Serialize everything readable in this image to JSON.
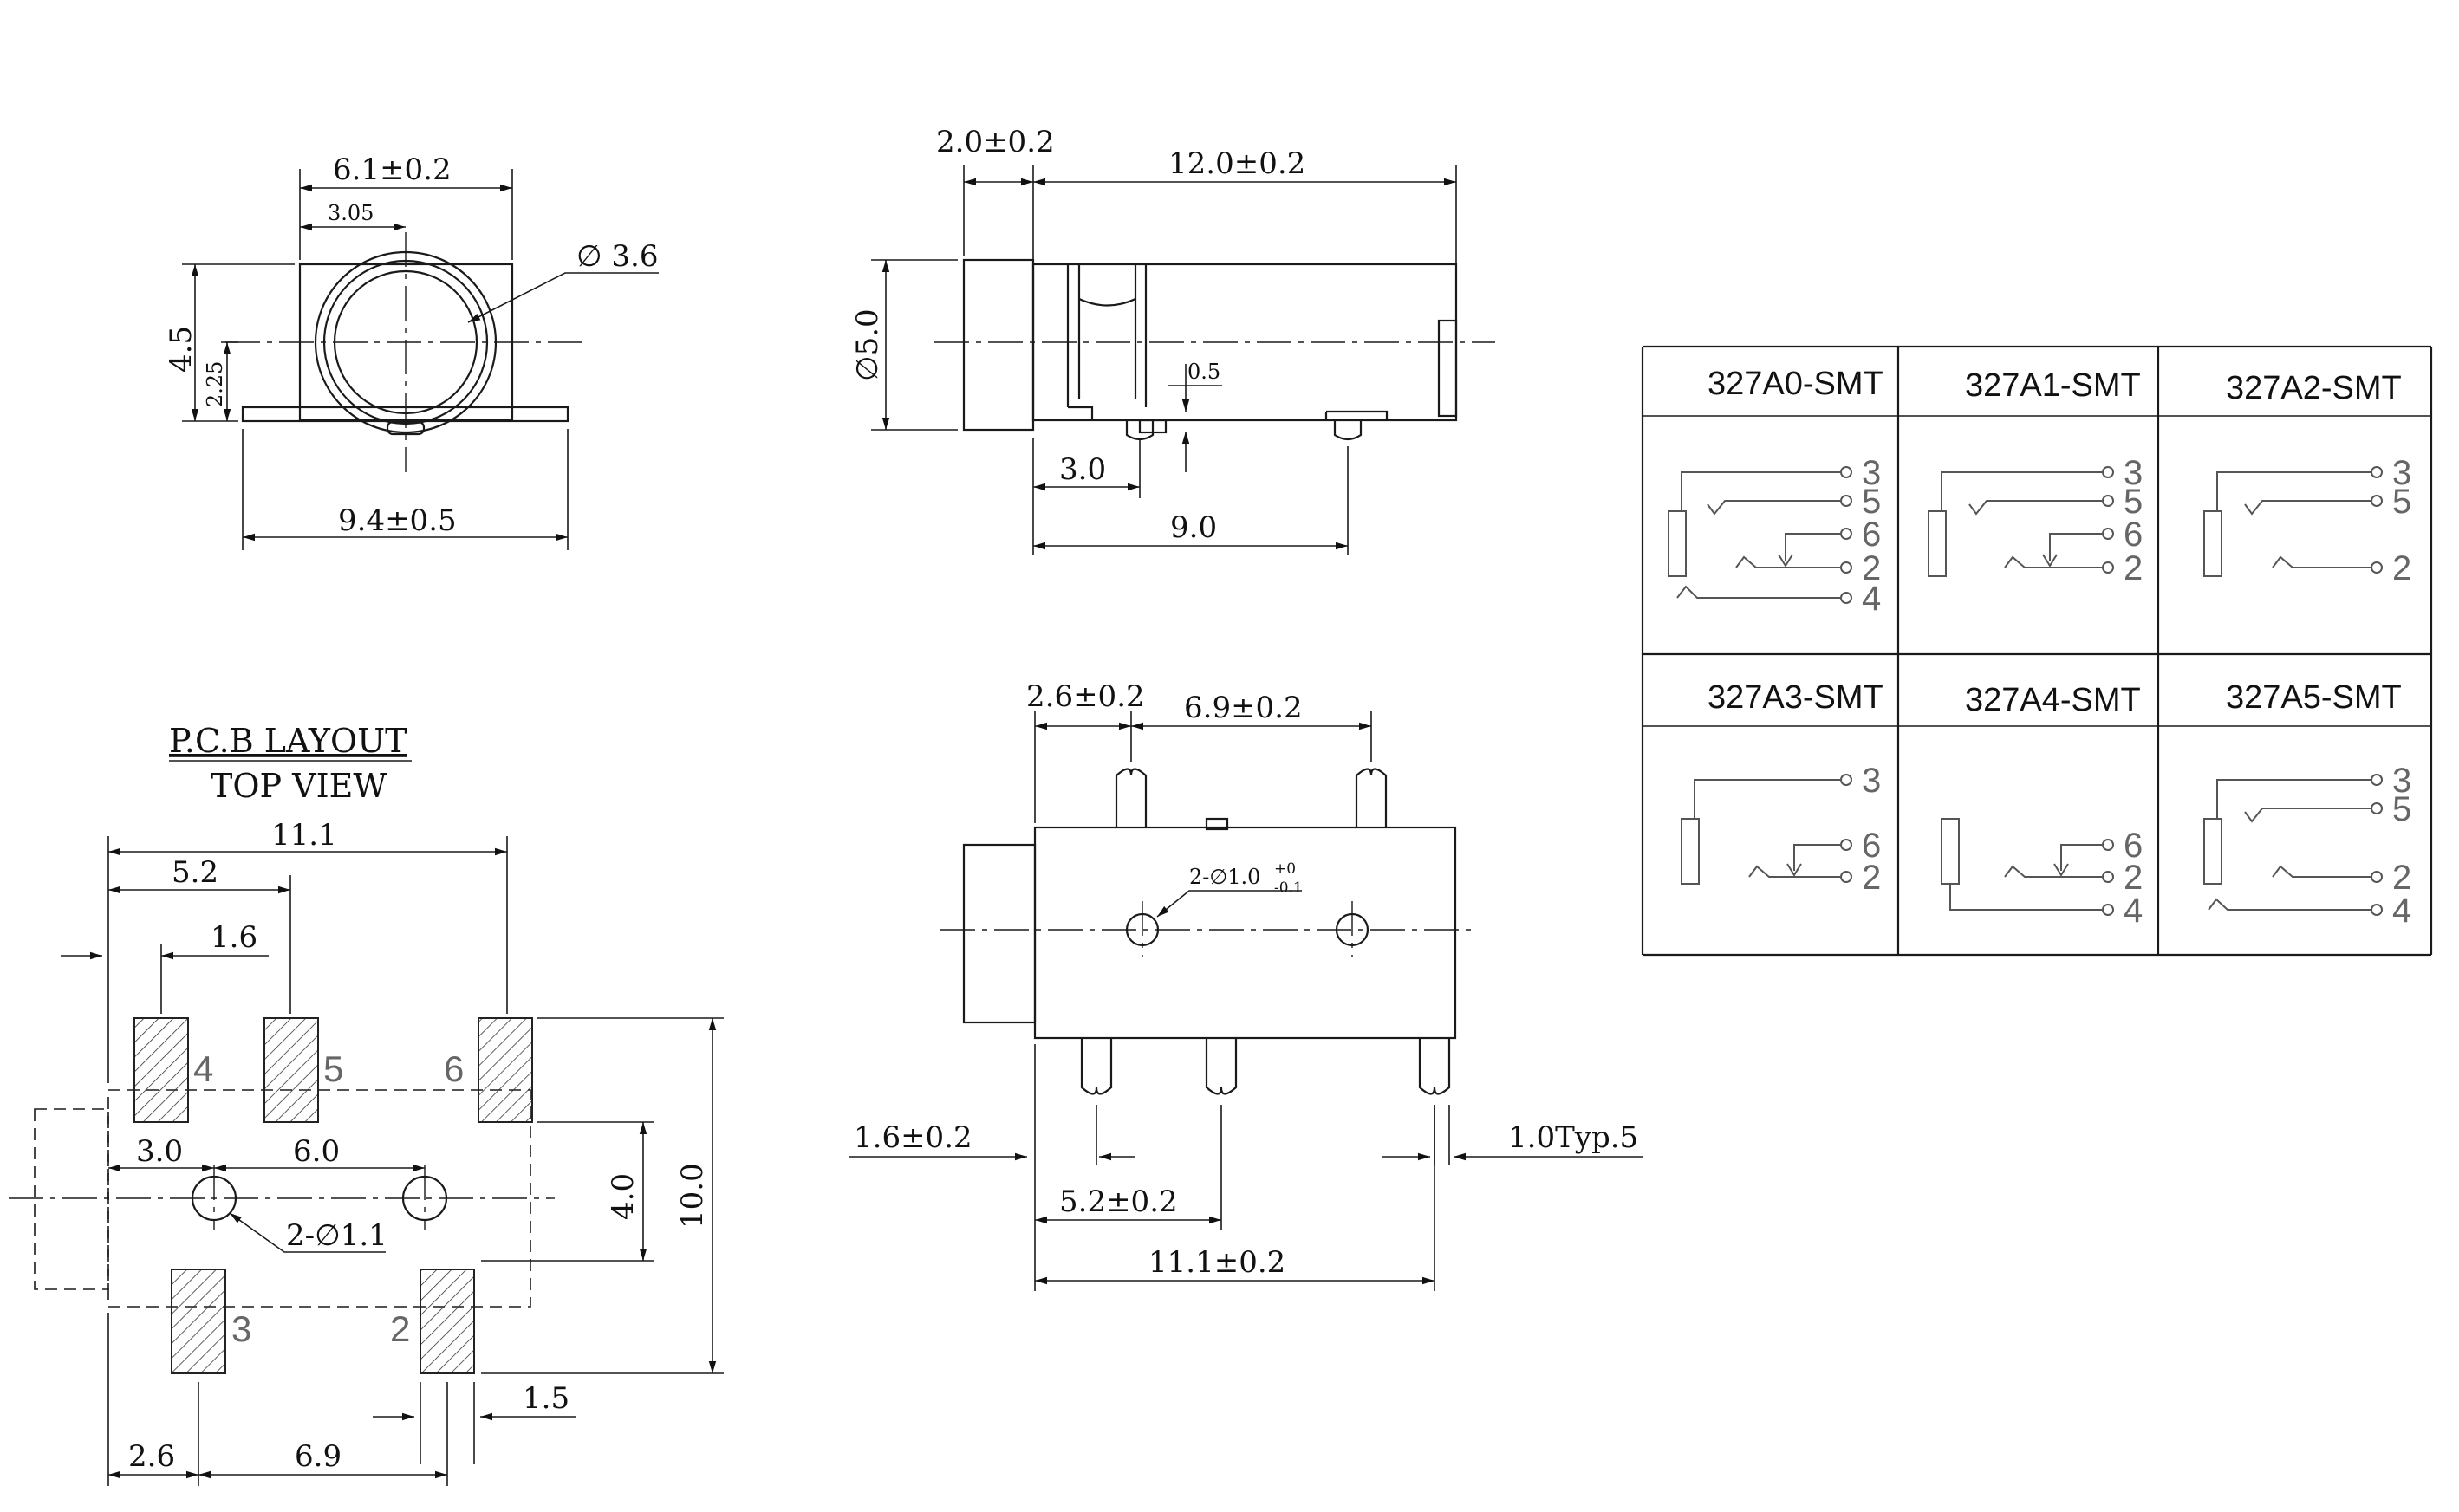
{
  "front_view": {
    "dim_width": "6.1±0.2",
    "dim_half_width": "3.05",
    "dim_diameter": "∅ 3.6",
    "dim_height": "4.5",
    "dim_center_height": "2.25",
    "dim_base_width": "9.4±0.5"
  },
  "side_view": {
    "dim_flange": "2.0±0.2",
    "dim_length": "12.0±0.2",
    "dim_diameter": "∅5.0",
    "dim_tab": "0.5",
    "dim_pin_offset": "3.0",
    "dim_pin_pitch": "9.0"
  },
  "bottom_view": {
    "dim_left_pin": "2.6±0.2",
    "dim_pin_span": "6.9±0.2",
    "dim_holes": "2-∅1.0",
    "dim_holes_tol_upper": "+0",
    "dim_holes_tol_lower": "-0.1",
    "dim_pin_start": "1.6±0.2",
    "dim_pin_width": "1.0Typ.5",
    "dim_mid_pin": "5.2±0.2",
    "dim_total": "11.1±0.2"
  },
  "pcb_layout": {
    "title_line1": "P.C.B LAYOUT",
    "title_line2": "TOP VIEW",
    "dim_total": "11.1",
    "dim_5_2": "5.2",
    "dim_1_6": "1.6",
    "dim_3_0": "3.0",
    "dim_6_0": "6.0",
    "dim_holes": "2-∅1.1",
    "dim_4_0": "4.0",
    "dim_10_0": "10.0",
    "dim_1_5": "1.5",
    "dim_2_6": "2.6",
    "dim_6_9": "6.9",
    "pads": [
      "4",
      "5",
      "6",
      "3",
      "2"
    ]
  },
  "variants_table": {
    "models": [
      {
        "name": "327A0-SMT",
        "pins": [
          "3",
          "5",
          "6",
          "2",
          "4"
        ]
      },
      {
        "name": "327A1-SMT",
        "pins": [
          "3",
          "5",
          "6",
          "2"
        ]
      },
      {
        "name": "327A2-SMT",
        "pins": [
          "3",
          "5",
          "2"
        ]
      },
      {
        "name": "327A3-SMT",
        "pins": [
          "3",
          "6",
          "2"
        ]
      },
      {
        "name": "327A4-SMT",
        "pins": [
          "6",
          "2",
          "4"
        ]
      },
      {
        "name": "327A5-SMT",
        "pins": [
          "3",
          "5",
          "2",
          "4"
        ]
      }
    ]
  }
}
